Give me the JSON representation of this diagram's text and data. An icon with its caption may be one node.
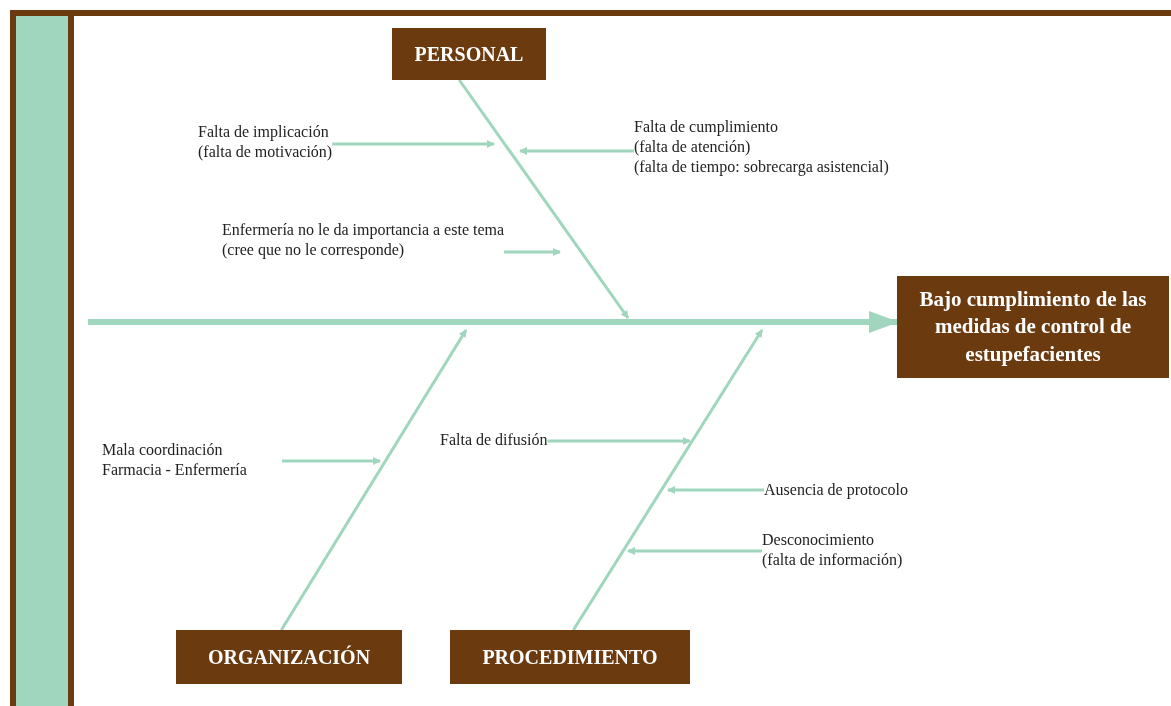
{
  "diagram": {
    "nodes": [
      {
        "text": [
          "PERSONAL"
        ]
      },
      {
        "text": [
          "Falta de implicación",
          "(falta de motivación)"
        ]
      },
      {
        "text": [
          "Falta de cumplimiento",
          "(falta de atención)",
          "(falta de tiempo: sobrecarga asistencial)"
        ]
      },
      {
        "text": [
          "Enfermería no le da importancia a este tema",
          "(cree que no le corresponde)"
        ]
      },
      {
        "text": [
          "Bajo cumplimiento de las medidas de control de estupefacientes"
        ]
      },
      {
        "text": [
          "Mala coordinación Farmacia - Enfermería"
        ]
      },
      {
        "text": [
          "Falta de difusión"
        ]
      },
      {
        "text": [
          "Ausencia de protocolo"
        ]
      },
      {
        "text": [
          "Desconocimiento",
          "(falta de información)"
        ]
      },
      {
        "text": [
          "ORGANIZACIÓN"
        ]
      },
      {
        "text": [
          "PROCEDIMIENTO"
        ]
      }
    ],
    "edges": [
      {
        "from": null,
        "to": 4,
        "arrow": "to",
        "style": "thick"
      },
      {
        "from": 0,
        "to": null,
        "arrow": "to"
      },
      {
        "from": 1,
        "to": null,
        "arrow": "to"
      },
      {
        "from": 2,
        "to": null,
        "arrow": "to"
      },
      {
        "from": 3,
        "to": null,
        "arrow": "to"
      },
      {
        "from": 9,
        "to": null,
        "arrow": "to"
      },
      {
        "from": 5,
        "to": null,
        "arrow": "to"
      },
      {
        "from": 10,
        "to": null,
        "arrow": "to"
      },
      {
        "from": 6,
        "to": null,
        "arrow": "to"
      },
      {
        "from": 7,
        "to": null,
        "arrow": "to"
      },
      {
        "from": 8,
        "to": null,
        "arrow": "to"
      }
    ]
  }
}
